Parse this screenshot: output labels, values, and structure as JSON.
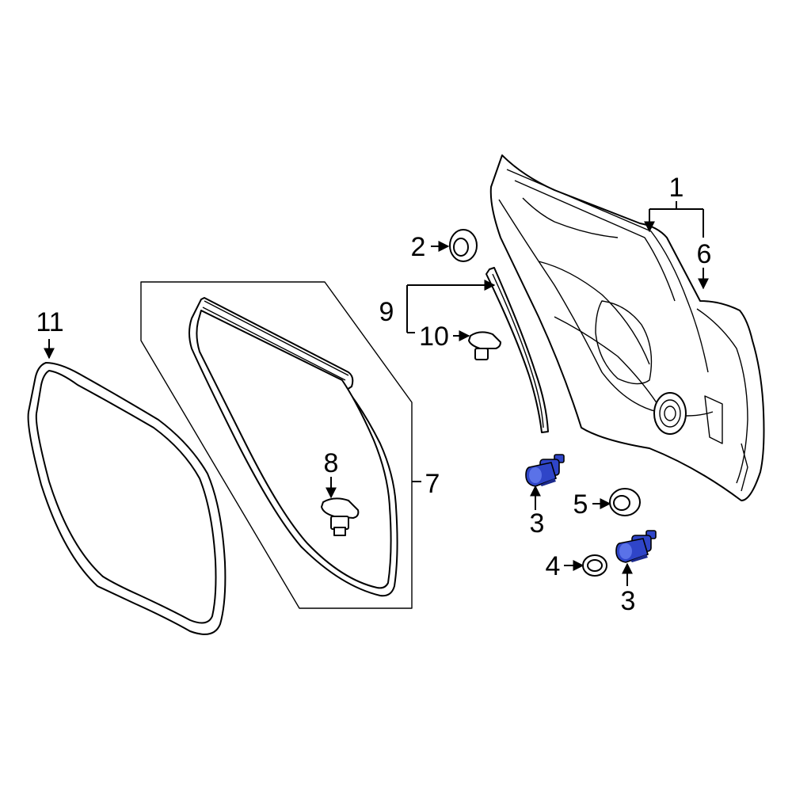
{
  "callouts": {
    "c1": "1",
    "c2": "2",
    "c3a": "3",
    "c3b": "3",
    "c4": "4",
    "c5": "5",
    "c6": "6",
    "c7": "7",
    "c8": "8",
    "c9": "9",
    "c10": "10",
    "c11": "11"
  },
  "colors": {
    "highlight": "#2f45c8",
    "line": "#000000",
    "background": "#ffffff"
  }
}
